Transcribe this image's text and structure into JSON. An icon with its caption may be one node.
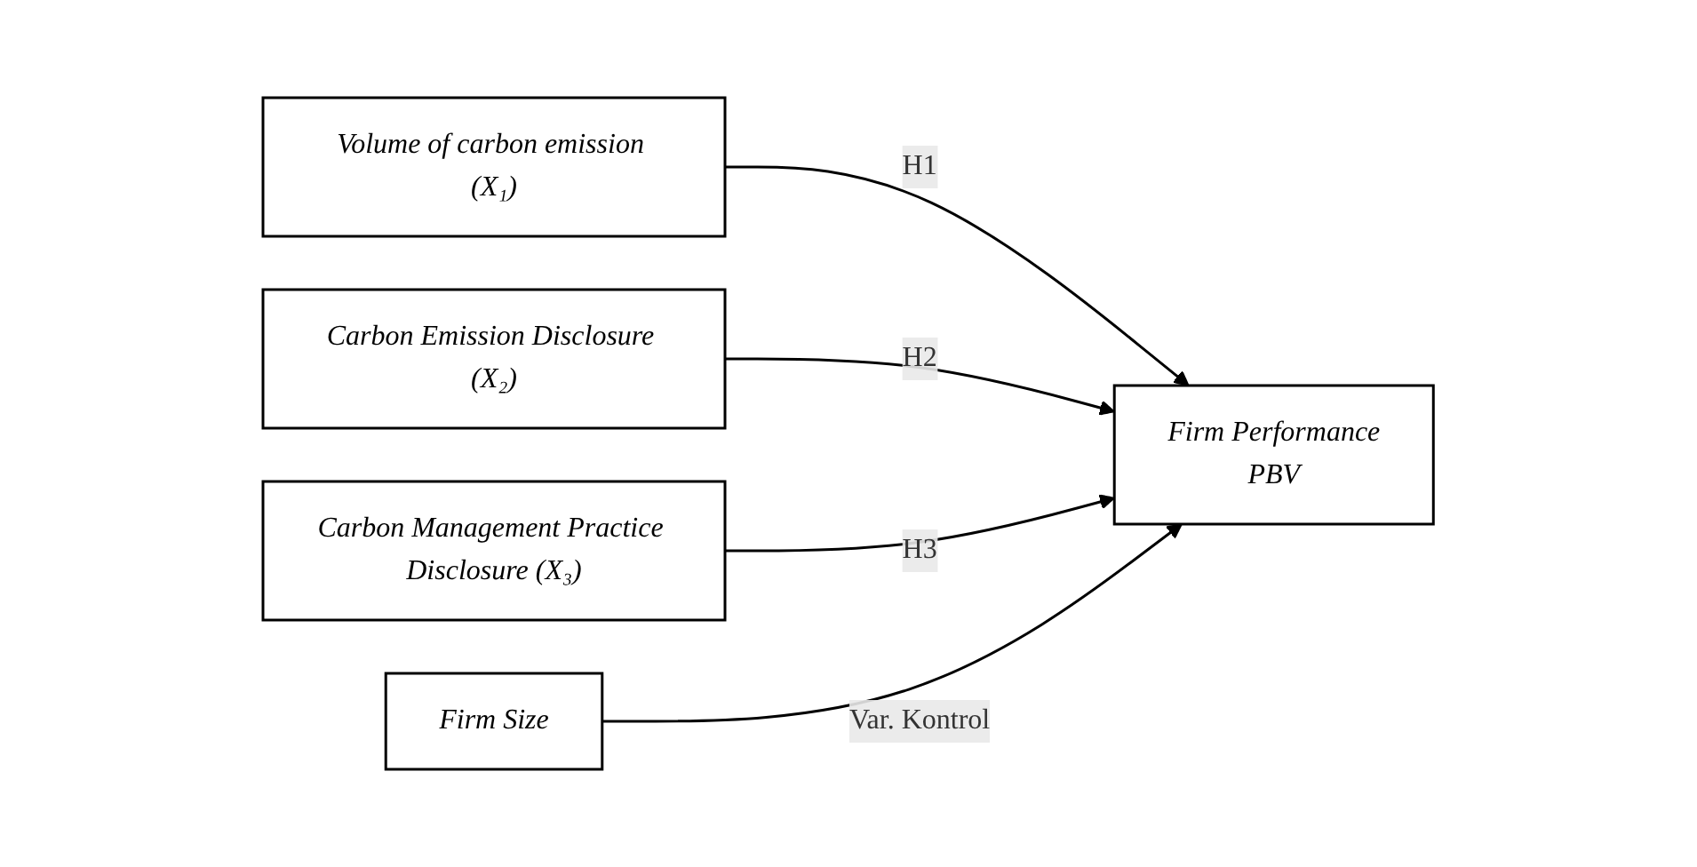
{
  "diagram": {
    "nodes": [
      {
        "text": [
          "Volume of carbon emission (X₁)"
        ]
      },
      {
        "text": [
          "Carbon Emission Disclosure (X₂)"
        ]
      },
      {
        "text": [
          "Carbon Management Practice Disclosure (X₃)"
        ]
      },
      {
        "text": [
          "Firm Size"
        ]
      },
      {
        "text": [
          "Firm Performance",
          "PBV"
        ]
      }
    ],
    "edges": [
      {
        "from": 0,
        "to": 4,
        "arrow": "to",
        "label": "H1"
      },
      {
        "from": 1,
        "to": 4,
        "arrow": "to",
        "label": "H2"
      },
      {
        "from": 2,
        "to": 4,
        "arrow": "to",
        "label": "H3"
      },
      {
        "from": 3,
        "to": 4,
        "arrow": "to",
        "label": "Var. Kontrol"
      }
    ]
  }
}
